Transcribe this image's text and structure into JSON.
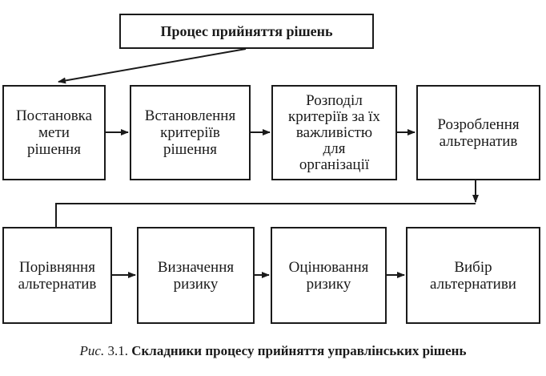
{
  "title": "Процес прийняття рішень",
  "steps": [
    "Постановка\nмети\nрішення",
    "Встановлення\nкритеріїв\nрішення",
    "Розподіл\nкритеріїв за їх\nважливістю\nдля\nорганізації",
    "Розроблення\nальтернатив",
    "Порівняння\nальтернатив",
    "Визначення\nризику",
    "Оцінювання\nризику",
    "Вибір\nальтернативи"
  ],
  "caption": {
    "prefix": "Рис.",
    "number": " 3.1.",
    "text": " Складники процесу прийняття управлінських рішень"
  }
}
